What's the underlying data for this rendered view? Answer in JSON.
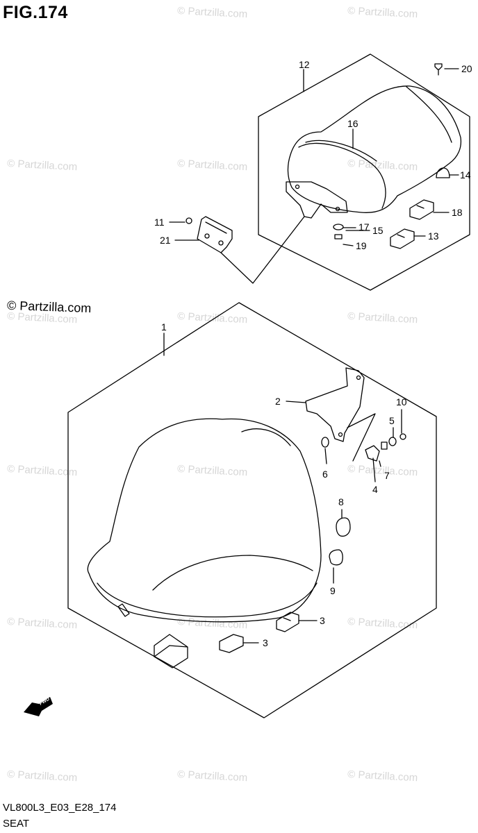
{
  "figure": {
    "title": "FIG.174",
    "code": "VL800L3_E03_E28_174",
    "name": "SEAT",
    "copyright": "© Partzilla.com"
  },
  "watermark": {
    "text": "© Partzilla.com"
  },
  "callouts": {
    "c1": "1",
    "c2": "2",
    "c3a": "3",
    "c3b": "3",
    "c4": "4",
    "c5": "5",
    "c6": "6",
    "c7": "7",
    "c8": "8",
    "c9": "9",
    "c10": "10",
    "c11": "11",
    "c12": "12",
    "c13": "13",
    "c14": "14",
    "c15": "15",
    "c16": "16",
    "c17": "17",
    "c18": "18",
    "c19": "19",
    "c20": "20",
    "c21": "21"
  },
  "fwd": {
    "label": "FWD"
  }
}
